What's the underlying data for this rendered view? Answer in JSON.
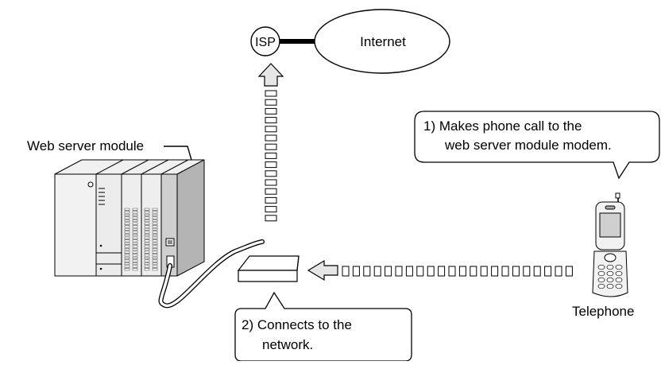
{
  "network": {
    "isp_label": "ISP",
    "internet_label": "Internet"
  },
  "web_server": {
    "label": "Web server module"
  },
  "telephone": {
    "label": "Telephone"
  },
  "callouts": {
    "step1_line1": "1) Makes phone call to the",
    "step1_line2": "web server module modem.",
    "step2_line1": "2) Connects to the",
    "step2_line2": "network."
  },
  "flows": {
    "modem_to_isp": {
      "direction": "up"
    },
    "phone_to_modem": {
      "direction": "left"
    }
  },
  "colors": {
    "stroke": "#000000",
    "arrow_fill": "#e6e6e6",
    "module_body": "#e4e4e4",
    "module_dark": "#b4b4b4",
    "background": "#ffffff"
  }
}
